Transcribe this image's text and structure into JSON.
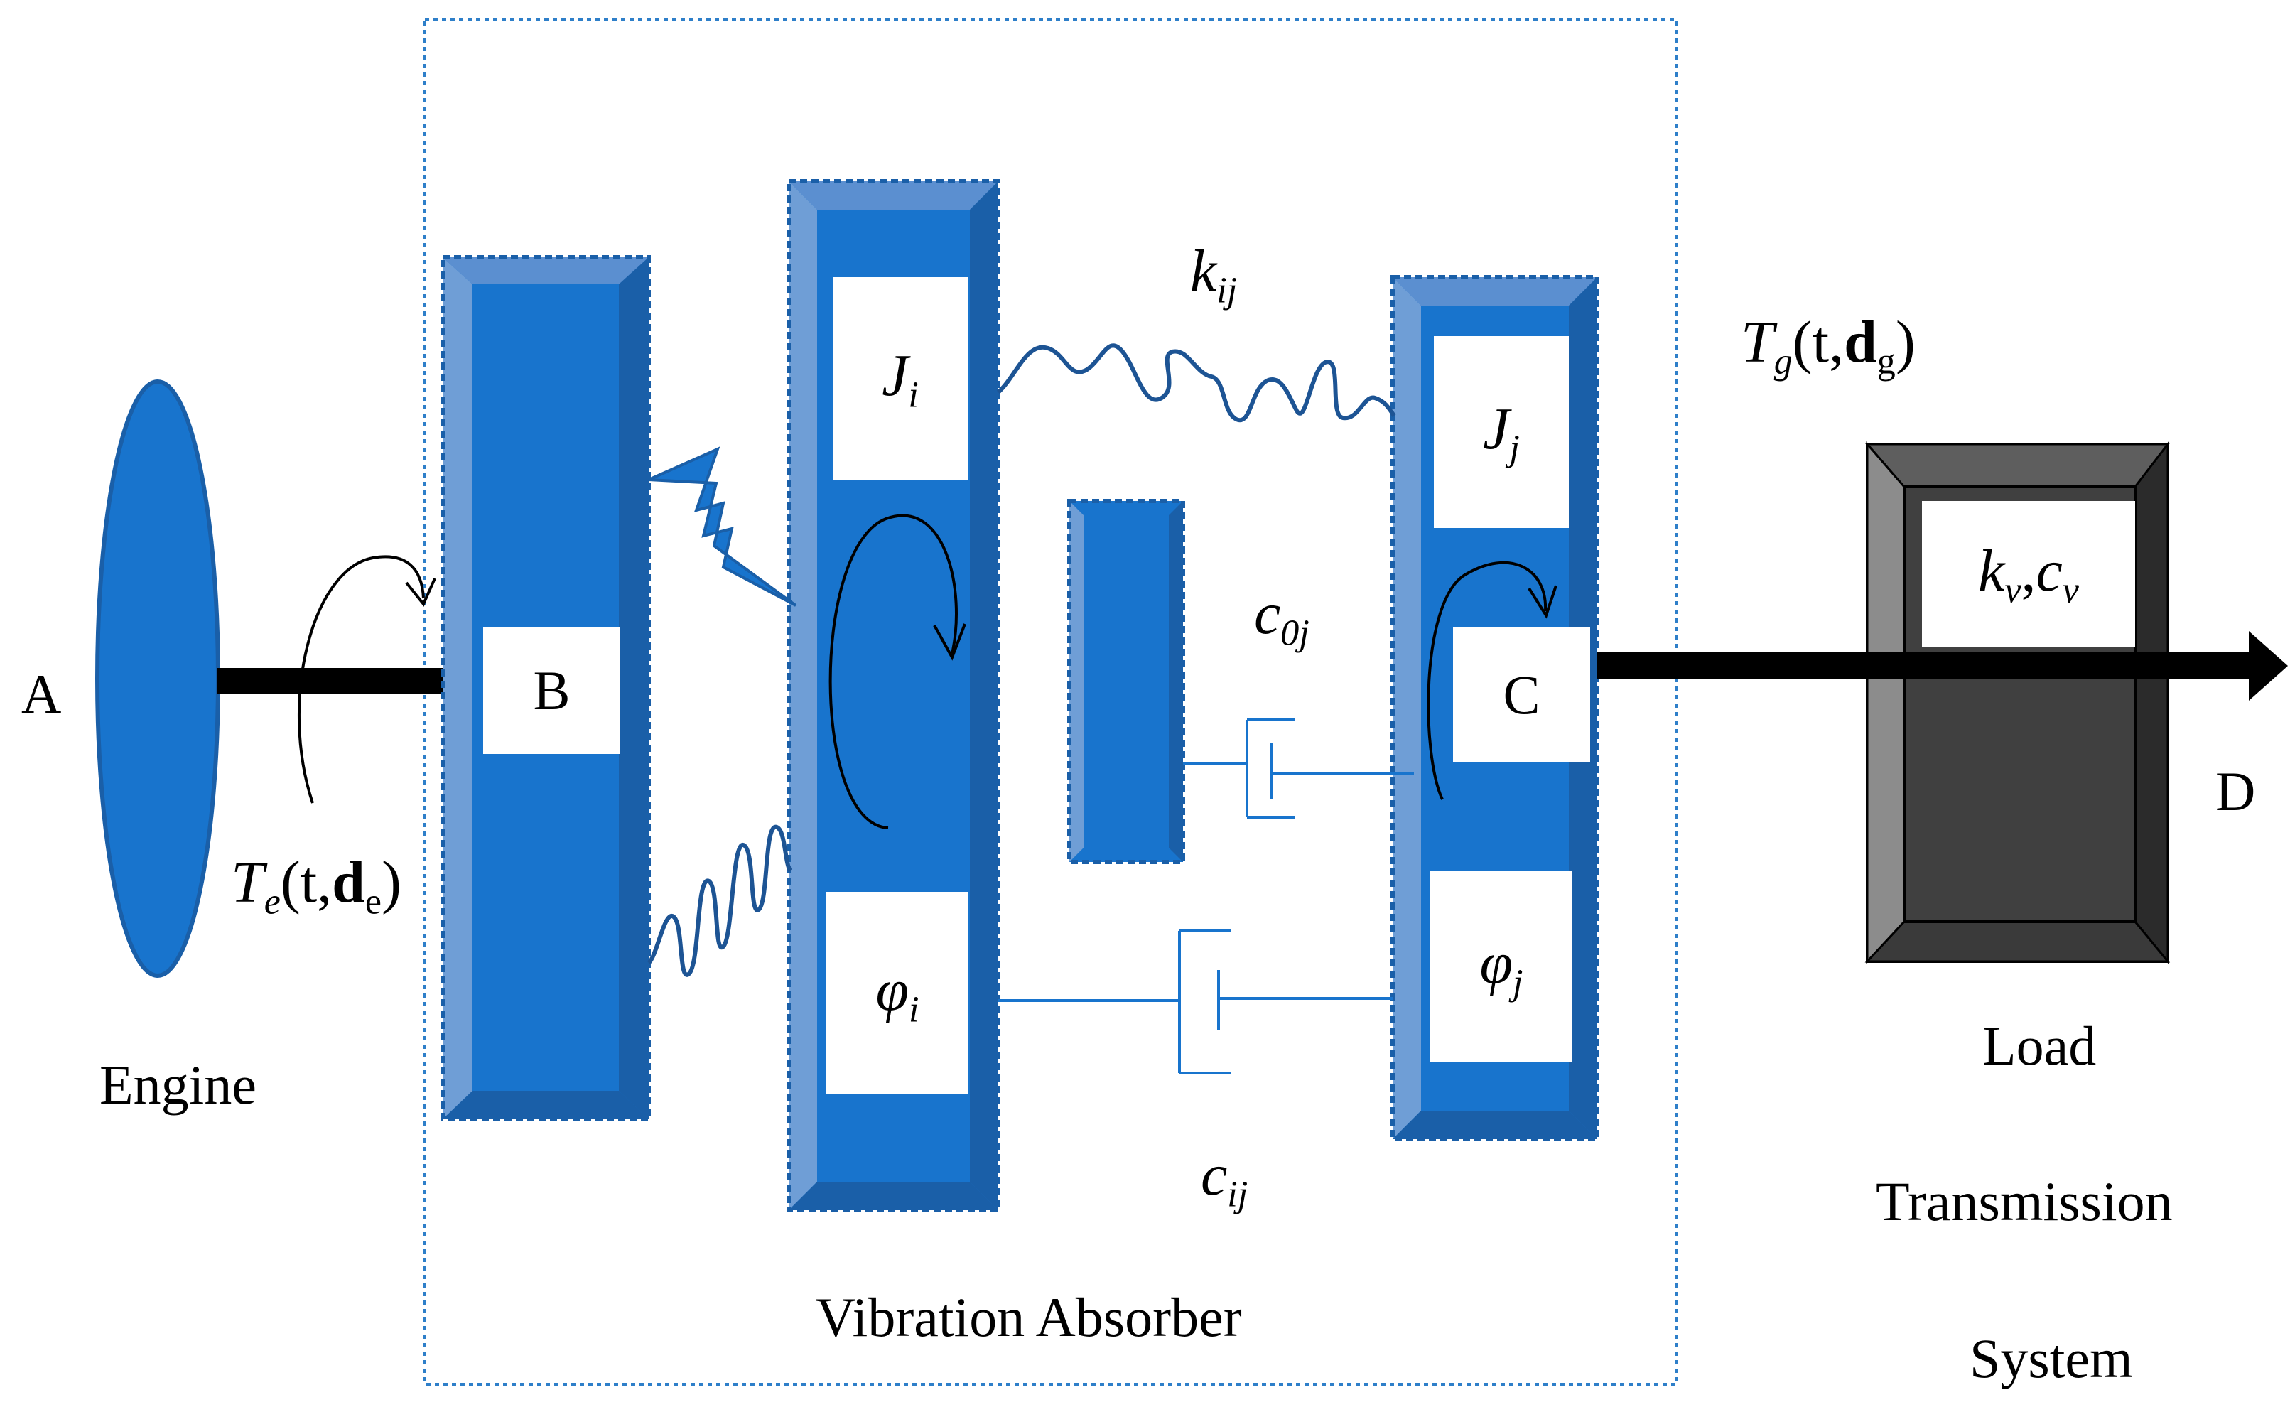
{
  "labels": {
    "a": "A",
    "b": "B",
    "c": "C",
    "d": "D",
    "engine": "Engine",
    "vibration_absorber": "Vibration Absorber",
    "load_line1": "Load",
    "load_line2": "Transmission",
    "load_line3": "System"
  },
  "symbols": {
    "k_ij": {
      "main": "k",
      "sub": "ij"
    },
    "c_0j": {
      "main": "c",
      "sub": "0j"
    },
    "c_ij": {
      "main": "c",
      "sub": "ij"
    },
    "J_i": {
      "main": "J",
      "sub": "i"
    },
    "J_j": {
      "main": "J",
      "sub": "j"
    },
    "phi_i": {
      "main": "φ",
      "sub": "i"
    },
    "phi_j": {
      "main": "φ",
      "sub": "j"
    },
    "kv_cv": {
      "k": "k",
      "k_sub": "v",
      "sep": ",",
      "c": "c",
      "c_sub": "v"
    },
    "Te": {
      "main": "T",
      "sub": "e",
      "open": "(t,",
      "bold": "d",
      "bold_sub": "e",
      "close": ")"
    },
    "Tg": {
      "main": "T",
      "sub": "g",
      "open": "(t,",
      "bold": "d",
      "bold_sub": "g",
      "close": ")"
    }
  },
  "colors": {
    "blue": "#1874CD",
    "blue_light": "#6F9ED6",
    "blue_dark": "#1A5FA8",
    "dashed_frame": "#2E7FC9",
    "spring": "#1D5494",
    "shaft": "#000000",
    "load_dark": "#2B2B2B",
    "load_mid": "#4A4A4A",
    "load_light": "#8C8C8C"
  }
}
